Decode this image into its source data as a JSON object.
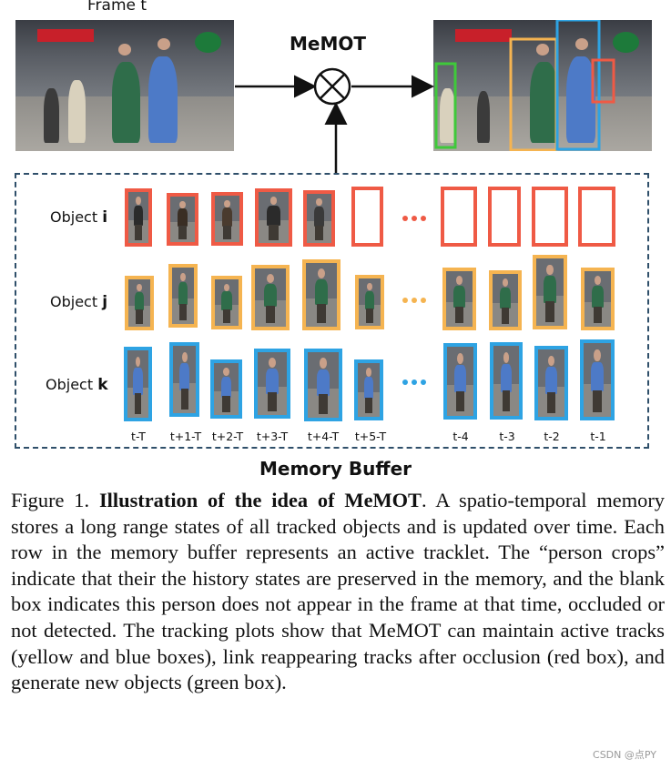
{
  "figure": {
    "frame_label": "Frame t",
    "operator_title": "MeMOT",
    "buffer_title": "Memory Buffer",
    "objects": [
      {
        "prefix": "Object ",
        "id": "i",
        "color": "#ef5a45"
      },
      {
        "prefix": "Object ",
        "id": "j",
        "color": "#f5b451"
      },
      {
        "prefix": "Object ",
        "id": "k",
        "color": "#2ea3e3"
      }
    ],
    "time_labels": [
      "t-T",
      "t+1-T",
      "t+2-T",
      "t+3-T",
      "t+4-T",
      "t+5-T",
      "t-4",
      "t-3",
      "t-2",
      "t-1"
    ],
    "tracking_box_colors": {
      "active_yellow": "#f5b451",
      "active_blue": "#2ea3e3",
      "reappearing_red": "#ef5a45",
      "new_green": "#3fc93a"
    },
    "buffer_border_color": "#2f4f6a"
  },
  "caption": {
    "label": "Figure 1. ",
    "title": "Illustration of the idea of MeMOT",
    "body": ". A spatio-temporal memory stores a long range states of all tracked objects and is updated over time. Each row in the memory buffer represents an active tracklet. The “person crops” indicate that their the history states are preserved in the memory, and the blank box indicates this person does not appear in the frame at that time, occluded or not detected. The tracking plots show that MeMOT can maintain active tracks (yellow and blue boxes), link reappearing tracks after occlusion (red box), and generate new objects (green box)."
  },
  "watermark": "CSDN @点PY"
}
